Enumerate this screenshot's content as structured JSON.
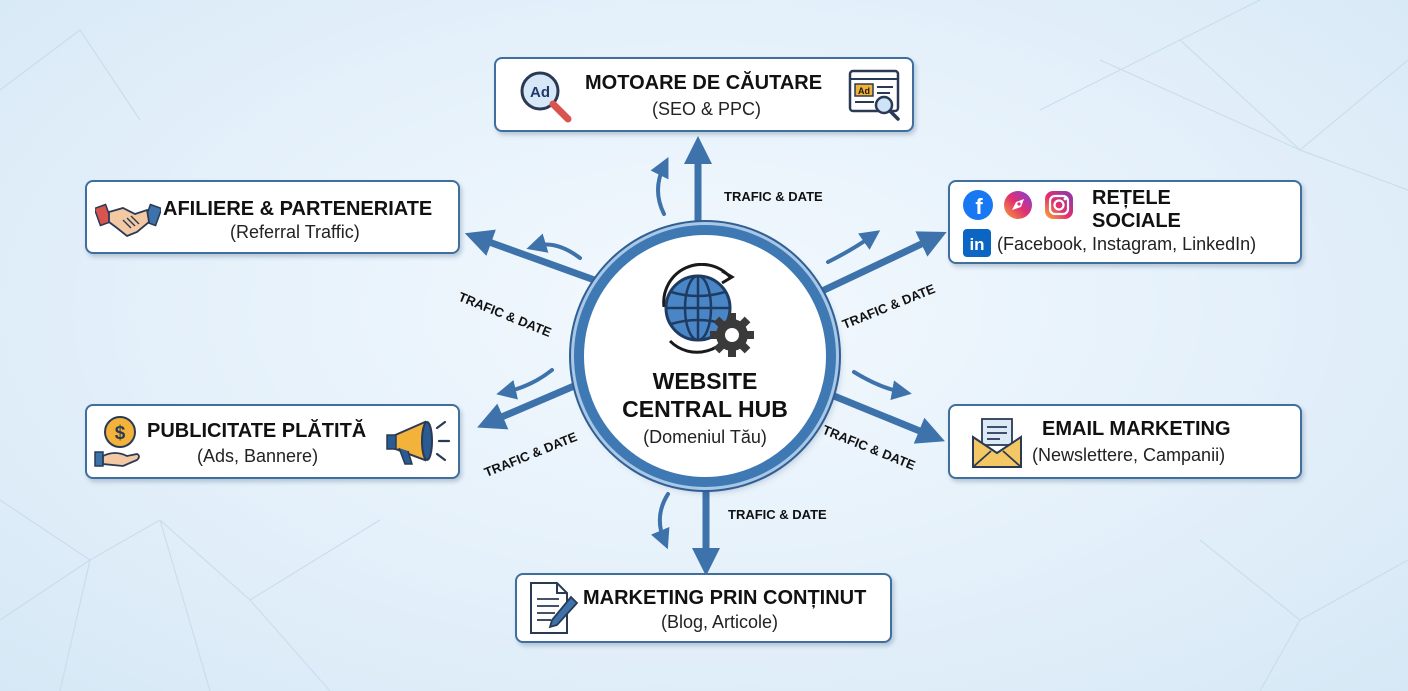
{
  "hub": {
    "title_line1": "WEBSITE",
    "title_line2": "CENTRAL HUB",
    "subtitle": "(Domeniul Tău)"
  },
  "flow_label": "TRAFIC & DATE",
  "nodes": {
    "search": {
      "title": "MOTOARE DE CĂUTARE",
      "subtitle": "(SEO & PPC)",
      "icon_text": "Ad"
    },
    "affiliate": {
      "title": "AFILIERE & PARTENERIATE",
      "subtitle": "(Referral Traffic)"
    },
    "social": {
      "title_line1": "REȚELE",
      "title_line2": "SOCIALE",
      "subtitle": "(Facebook, Instagram, LinkedIn)",
      "fb_icon_text": "f",
      "in_icon_text": "in"
    },
    "paid": {
      "title": "PUBLICITATE PLĂTITĂ",
      "subtitle": "(Ads, Bannere)",
      "coin_text": "$"
    },
    "email": {
      "title": "EMAIL MARKETING",
      "subtitle": "(Newslettere, Campanii)"
    },
    "content": {
      "title": "MARKETING PRIN CONȚINUT",
      "subtitle": "(Blog, Articole)"
    }
  },
  "colors": {
    "arrow": "#3d72ab",
    "border": "#3f6f9c",
    "hub_ring": "#3f79b4"
  }
}
